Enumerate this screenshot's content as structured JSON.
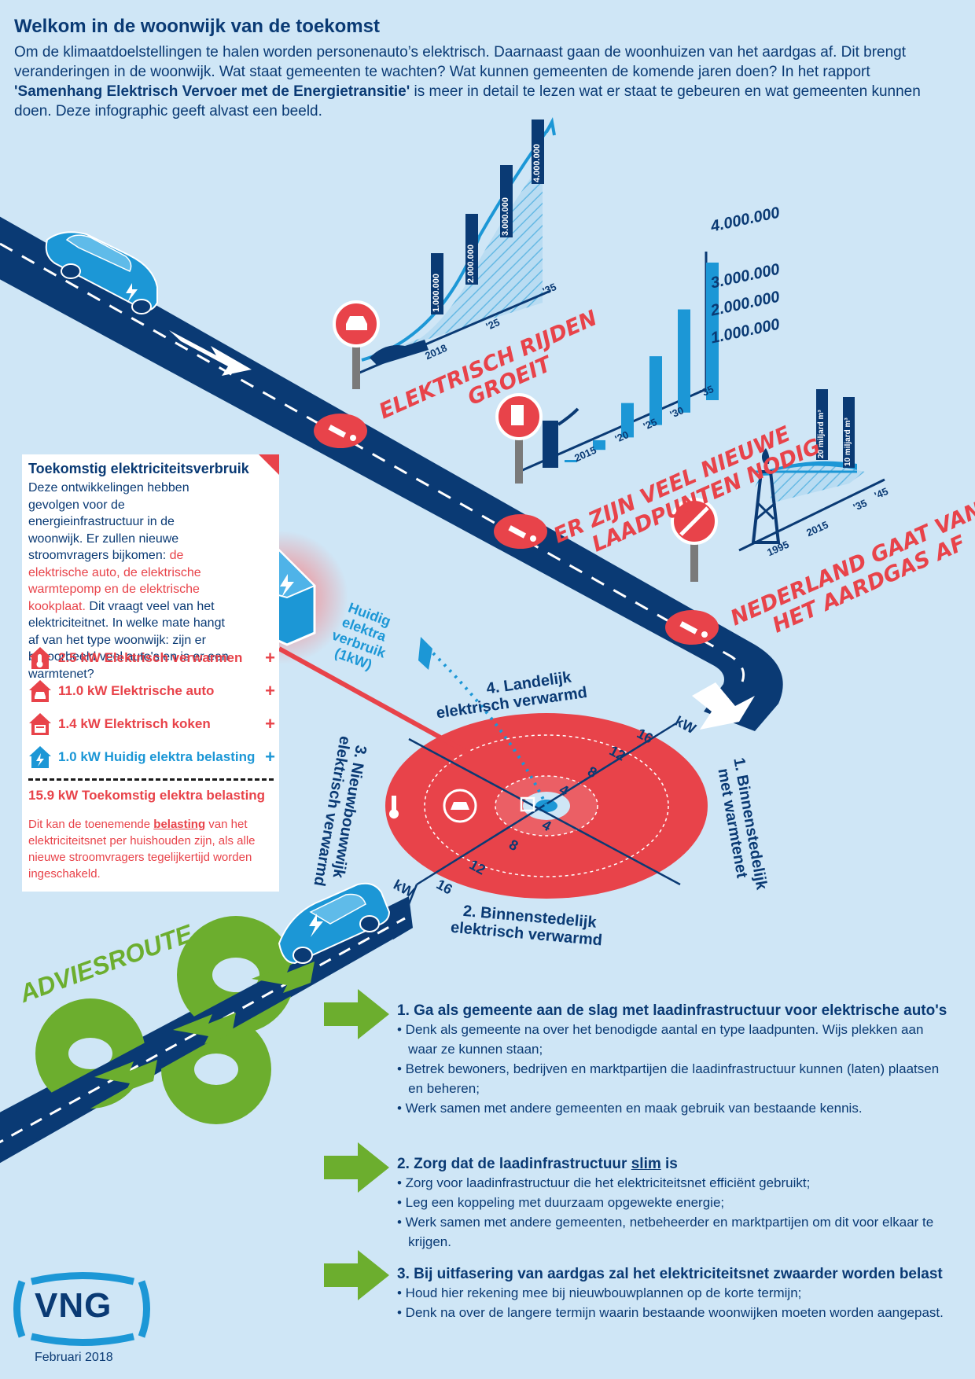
{
  "header": {
    "title": "Welkom in de woonwijk van de toekomst",
    "intro_part1": "Om de klimaatdoelstellingen te halen worden personenauto’s elektrisch. Daarnaast gaan de woonhuizen van het aardgas af. Dit brengt veranderingen in de woonwijk. Wat staat gemeenten te wachten? Wat kunnen gemeenten de komende jaren doen? In het rapport ",
    "intro_report": "'Samenhang Elektrisch Vervoer met de Energietransitie'",
    "intro_part2": " is meer in detail te lezen wat er staat te gebeuren en wat gemeenten kunnen doen. Deze infographic geeft alvast een beeld."
  },
  "charts": {
    "ev": {
      "heading_line1": "ELEKTRISCH RIJDEN",
      "heading_line2": "GROEIT",
      "x_ticks": [
        "2018",
        "'25",
        "'35"
      ],
      "labels": [
        "1.000.000",
        "2.000.000",
        "3.000.000",
        "4.000.000"
      ]
    },
    "charging": {
      "heading_line1": "ER ZIJN VEEL NIEUWE",
      "heading_line2": "LAADPUNTEN NODIG",
      "x_ticks": [
        "2015",
        "'20",
        "'25",
        "'30",
        "'35"
      ],
      "y_ticks": [
        "4.000.000",
        "3.000.000",
        "2.000.000",
        "1.000.000"
      ],
      "bar_fractions": [
        0.01,
        0.07,
        0.25,
        0.5,
        0.75,
        1.0
      ]
    },
    "gas": {
      "heading_line1": "NEDERLAND GAAT VAN",
      "heading_line2": "HET AARDGAS AF",
      "x_ticks": [
        "1995",
        "2015",
        "'35",
        "'45"
      ],
      "labels": [
        "20 miljard m³",
        "10 miljard m³"
      ]
    }
  },
  "panel": {
    "title": "Toekomstig elektriciteitsverbruik",
    "body_1": "Deze ontwikkelingen hebben gevolgen voor de energieinfrastructuur in de woonwijk. Er zullen nieuwe stroomvragers bijkomen: ",
    "body_red": "de elektrische auto, de elektrische warmtepomp en de elektrische kookplaat.",
    "body_2": " Dit vraagt veel van het elektriciteitnet. In welke mate hangt af van het type woonwijk: zijn er bijvoorbeeld veel auto's en is er een warmtenet?",
    "loads": [
      {
        "label": "2.5 kW Elektrisch verwarmen",
        "icon": "heating-house-icon"
      },
      {
        "label": "11.0 kW Elektrische auto",
        "icon": "car-house-icon"
      },
      {
        "label": "1.4 kW Elektrisch koken",
        "icon": "cooking-house-icon"
      },
      {
        "label": "1.0 kW Huidig elektra belasting",
        "icon": "lightning-house-icon"
      }
    ],
    "plus": "+",
    "total": "15.9 kW Toekomstig elektra belasting",
    "note_1": "Dit kan de toenemende ",
    "note_u": "belasting",
    "note_2": " van het elektriciteitsnet per huishouden zijn, als alle nieuwe stroomvragers tegelijkertijd worden ingeschakeld."
  },
  "radar": {
    "current_line1": "Huidig",
    "current_line2": "elektra",
    "current_line3": "verbruik",
    "current_line4": "(1kW)",
    "axis_unit": "kW",
    "ticks": [
      "4",
      "8",
      "12",
      "16"
    ],
    "q1_line1": "1. Binnenstedelijk",
    "q1_line2": "met warmtenet",
    "q2_line1": "2. Binnenstedelijk",
    "q2_line2": "elektrisch verwarmd",
    "q3_line1": "3. Nieuwbouwwijk",
    "q3_line2": "elektrisch verwarmd",
    "q4_line1": "4. Landelijk",
    "q4_line2": "elektrisch verwarmd"
  },
  "advice": {
    "route_label": "ADVIESROUTE",
    "steps": [
      {
        "title": "1. Ga als gemeente aan de slag met laadinfrastructuur voor elektrische auto's",
        "bullets": [
          "• Denk als gemeente na over het benodigde aantal en type laadpunten. Wijs plekken aan",
          "   waar ze kunnen staan;",
          "• Betrek bewoners, bedrijven en marktpartijen die laadinfrastructuur kunnen (laten) plaatsen",
          "   en beheren;",
          "• Werk samen met andere gemeenten en maak gebruik van bestaande kennis."
        ]
      },
      {
        "title_1": "2. Zorg dat de laadinfrastructuur ",
        "title_u": "slim",
        "title_2": " is",
        "bullets": [
          "• Zorg voor laadinfrastructuur die het elektriciteitsnet efficiënt gebruikt;",
          "• Leg een koppeling met duurzaam opgewekte energie;",
          "• Werk samen met andere gemeenten, netbeheerder en marktpartijen om dit voor elkaar te",
          "   krijgen."
        ]
      },
      {
        "title": "3. Bij uitfasering van aardgas zal het elektriciteitsnet zwaarder worden belast",
        "bullets": [
          "• Houd hier rekening mee bij nieuwbouwplannen op de korte termijn;",
          "• Denk na over de langere termijn waarin bestaande woonwijken moeten worden aangepast."
        ]
      }
    ]
  },
  "footer": {
    "logo_text": "VNG",
    "date": "Februari 2018"
  },
  "colors": {
    "navy": "#0a3a74",
    "red": "#e8434a",
    "light_blue": "#1c97d6",
    "green": "#6cae2e",
    "background": "#cfe6f6"
  }
}
